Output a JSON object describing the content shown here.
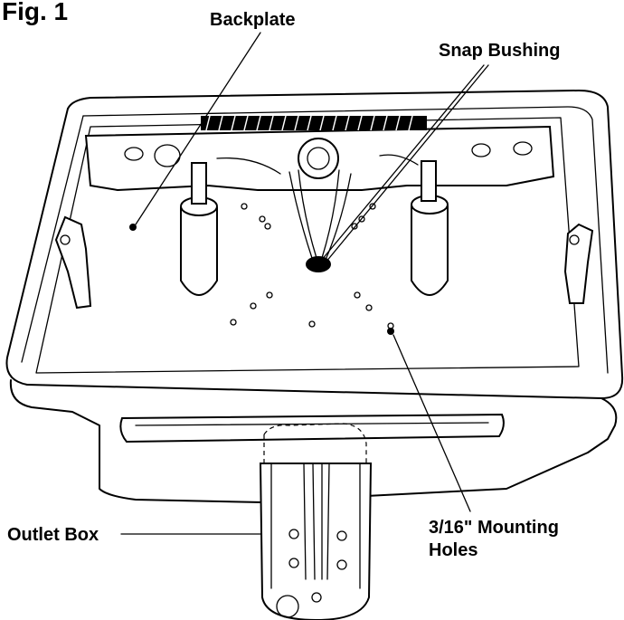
{
  "figure": {
    "title": "Fig. 1",
    "labels": {
      "backplate": "Backplate",
      "snap_bushing": "Snap Bushing",
      "outlet_box": "Outlet Box",
      "mounting_holes_line1": "3/16\" Mounting",
      "mounting_holes_line2": "Holes"
    }
  }
}
